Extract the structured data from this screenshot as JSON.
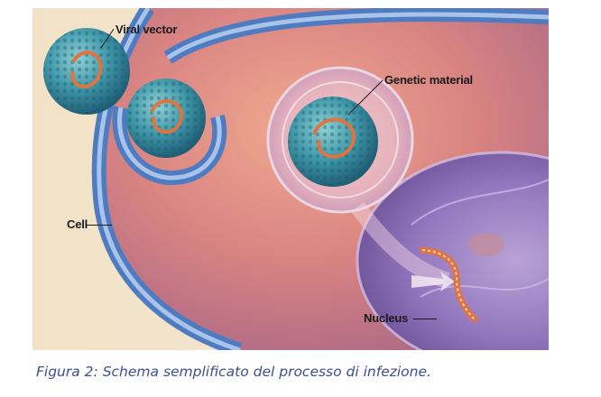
{
  "figure": {
    "labels": {
      "viral_vector": "Viral vector",
      "genetic_material": "Genetic material",
      "cell": "Cell",
      "nucleus": "Nucleus"
    },
    "colors": {
      "membrane": "#5b86c6",
      "cytoplasm": "#c97a8a",
      "nucleus": "#8a6fb0",
      "virus": "#2d7f94",
      "genetic_strand": "#e0743f",
      "caption": "#3b4f93"
    }
  },
  "caption": "Figura 2: Schema semplificato del processo di infezione."
}
